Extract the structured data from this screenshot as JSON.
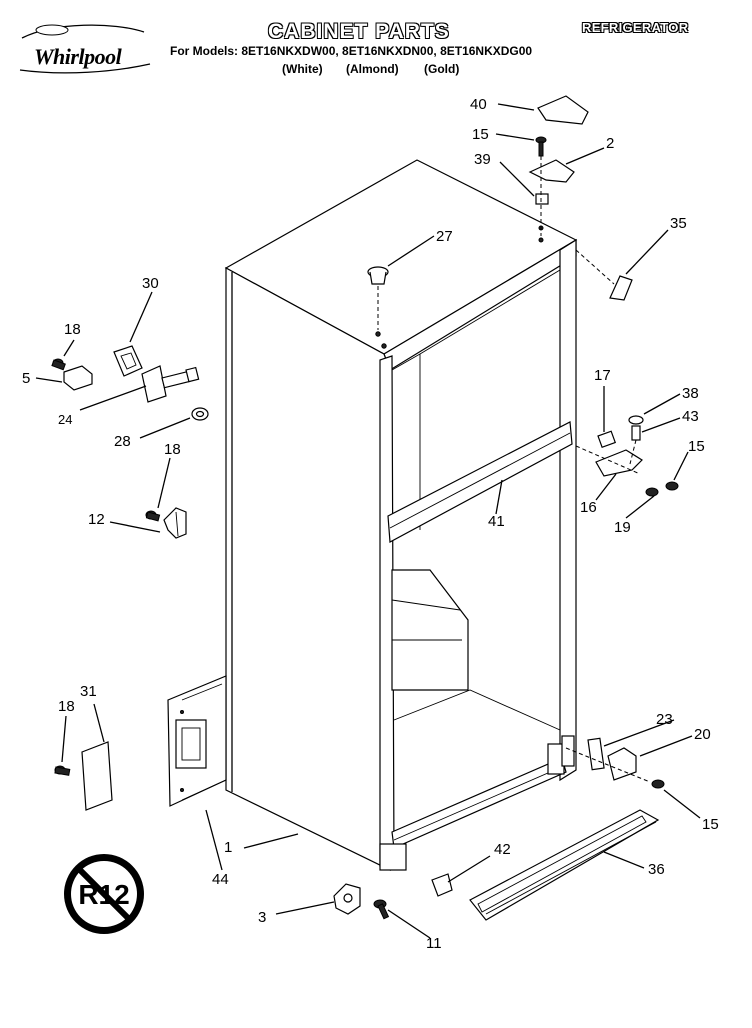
{
  "header": {
    "brand": "Whirlpool",
    "title": "CABINET PARTS",
    "appliance": "REFRIGERATOR",
    "models": "For Models: 8ET16NKXDW00, 8ET16NKXDN00, 8ET16NKXDG00",
    "colors": [
      "(White)",
      "(Almond)",
      "(Gold)"
    ]
  },
  "seal": {
    "text": "R12"
  },
  "callouts": {
    "c40": "40",
    "c15a": "15",
    "c2": "2",
    "c39": "39",
    "c35": "35",
    "c27": "27",
    "c30": "30",
    "c18a": "18",
    "c5": "5",
    "c24": "24",
    "c28": "28",
    "c18b": "18",
    "c12": "12",
    "c17": "17",
    "c38": "38",
    "c43": "43",
    "c15b": "15",
    "c16": "16",
    "c19": "19",
    "c41": "41",
    "c18c": "18",
    "c31": "31",
    "c23": "23",
    "c20": "20",
    "c15c": "15",
    "c1": "1",
    "c44": "44",
    "c42": "42",
    "c36": "36",
    "c3": "3",
    "c11": "11"
  }
}
